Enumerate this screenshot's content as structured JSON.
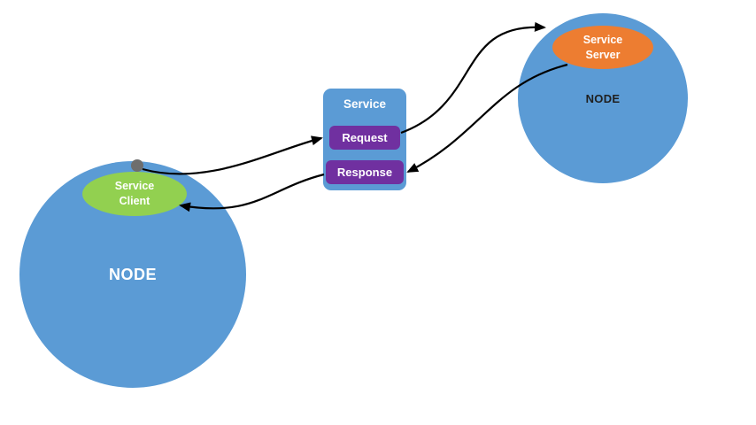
{
  "diagram": {
    "left_node": {
      "label": "NODE",
      "client": {
        "line1": "Service",
        "line2": "Client"
      }
    },
    "right_node": {
      "label": "NODE",
      "server": {
        "line1": "Service",
        "line2": "Server"
      }
    },
    "service": {
      "title": "Service",
      "request": "Request",
      "response": "Response"
    },
    "colors": {
      "node_fill": "#5B9BD5",
      "client_fill": "#92D050",
      "server_fill": "#ED7D31",
      "message_fill": "#7030A0",
      "arrow": "#000000",
      "connection_dot": "#6E6E6E",
      "background": "#FFFFFF"
    }
  }
}
